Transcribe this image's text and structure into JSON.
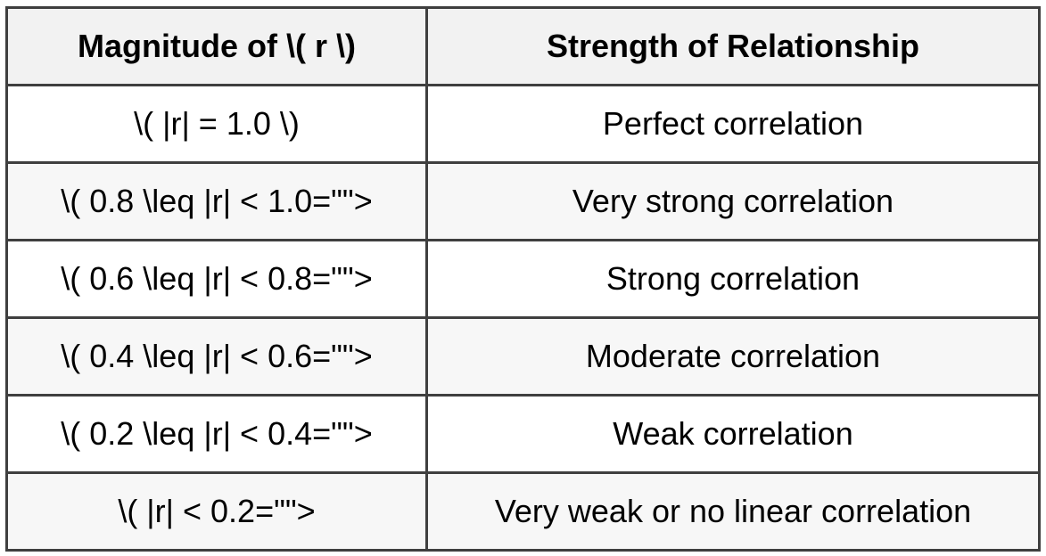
{
  "table": {
    "headers": [
      "Magnitude of \\( r \\)",
      "Strength of Relationship"
    ],
    "rows": [
      {
        "magnitude": "\\( |r| = 1.0 \\)",
        "strength": "Perfect correlation"
      },
      {
        "magnitude": "\\( 0.8 \\leq |r| < 1.0=\"\">",
        "strength": "Very strong correlation"
      },
      {
        "magnitude": "\\( 0.6 \\leq |r| < 0.8=\"\">",
        "strength": "Strong correlation"
      },
      {
        "magnitude": "\\( 0.4 \\leq |r| < 0.6=\"\">",
        "strength": "Moderate correlation"
      },
      {
        "magnitude": "\\( 0.2 \\leq |r| < 0.4=\"\">",
        "strength": "Weak correlation"
      },
      {
        "magnitude": "\\( |r| < 0.2=\"\">",
        "strength": "Very weak or no linear correlation"
      }
    ]
  },
  "colors": {
    "border": "#3f3f3f",
    "header_bg": "#f2f2f2",
    "alt_row_bg": "#f7f7f7"
  }
}
